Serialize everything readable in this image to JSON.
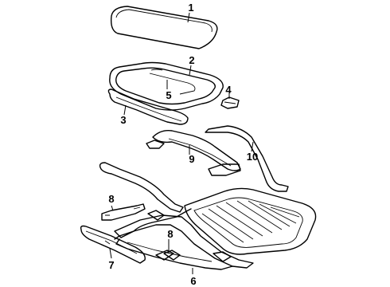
{
  "callouts": [
    {
      "id": "c1",
      "label": "1"
    },
    {
      "id": "c2",
      "label": "2"
    },
    {
      "id": "c3",
      "label": "3"
    },
    {
      "id": "c4",
      "label": "4"
    },
    {
      "id": "c5",
      "label": "5"
    },
    {
      "id": "c6",
      "label": "6"
    },
    {
      "id": "c7",
      "label": "7"
    },
    {
      "id": "c8a",
      "label": "8"
    },
    {
      "id": "c8b",
      "label": "8"
    },
    {
      "id": "c9",
      "label": "9"
    },
    {
      "id": "c10",
      "label": "10"
    }
  ]
}
